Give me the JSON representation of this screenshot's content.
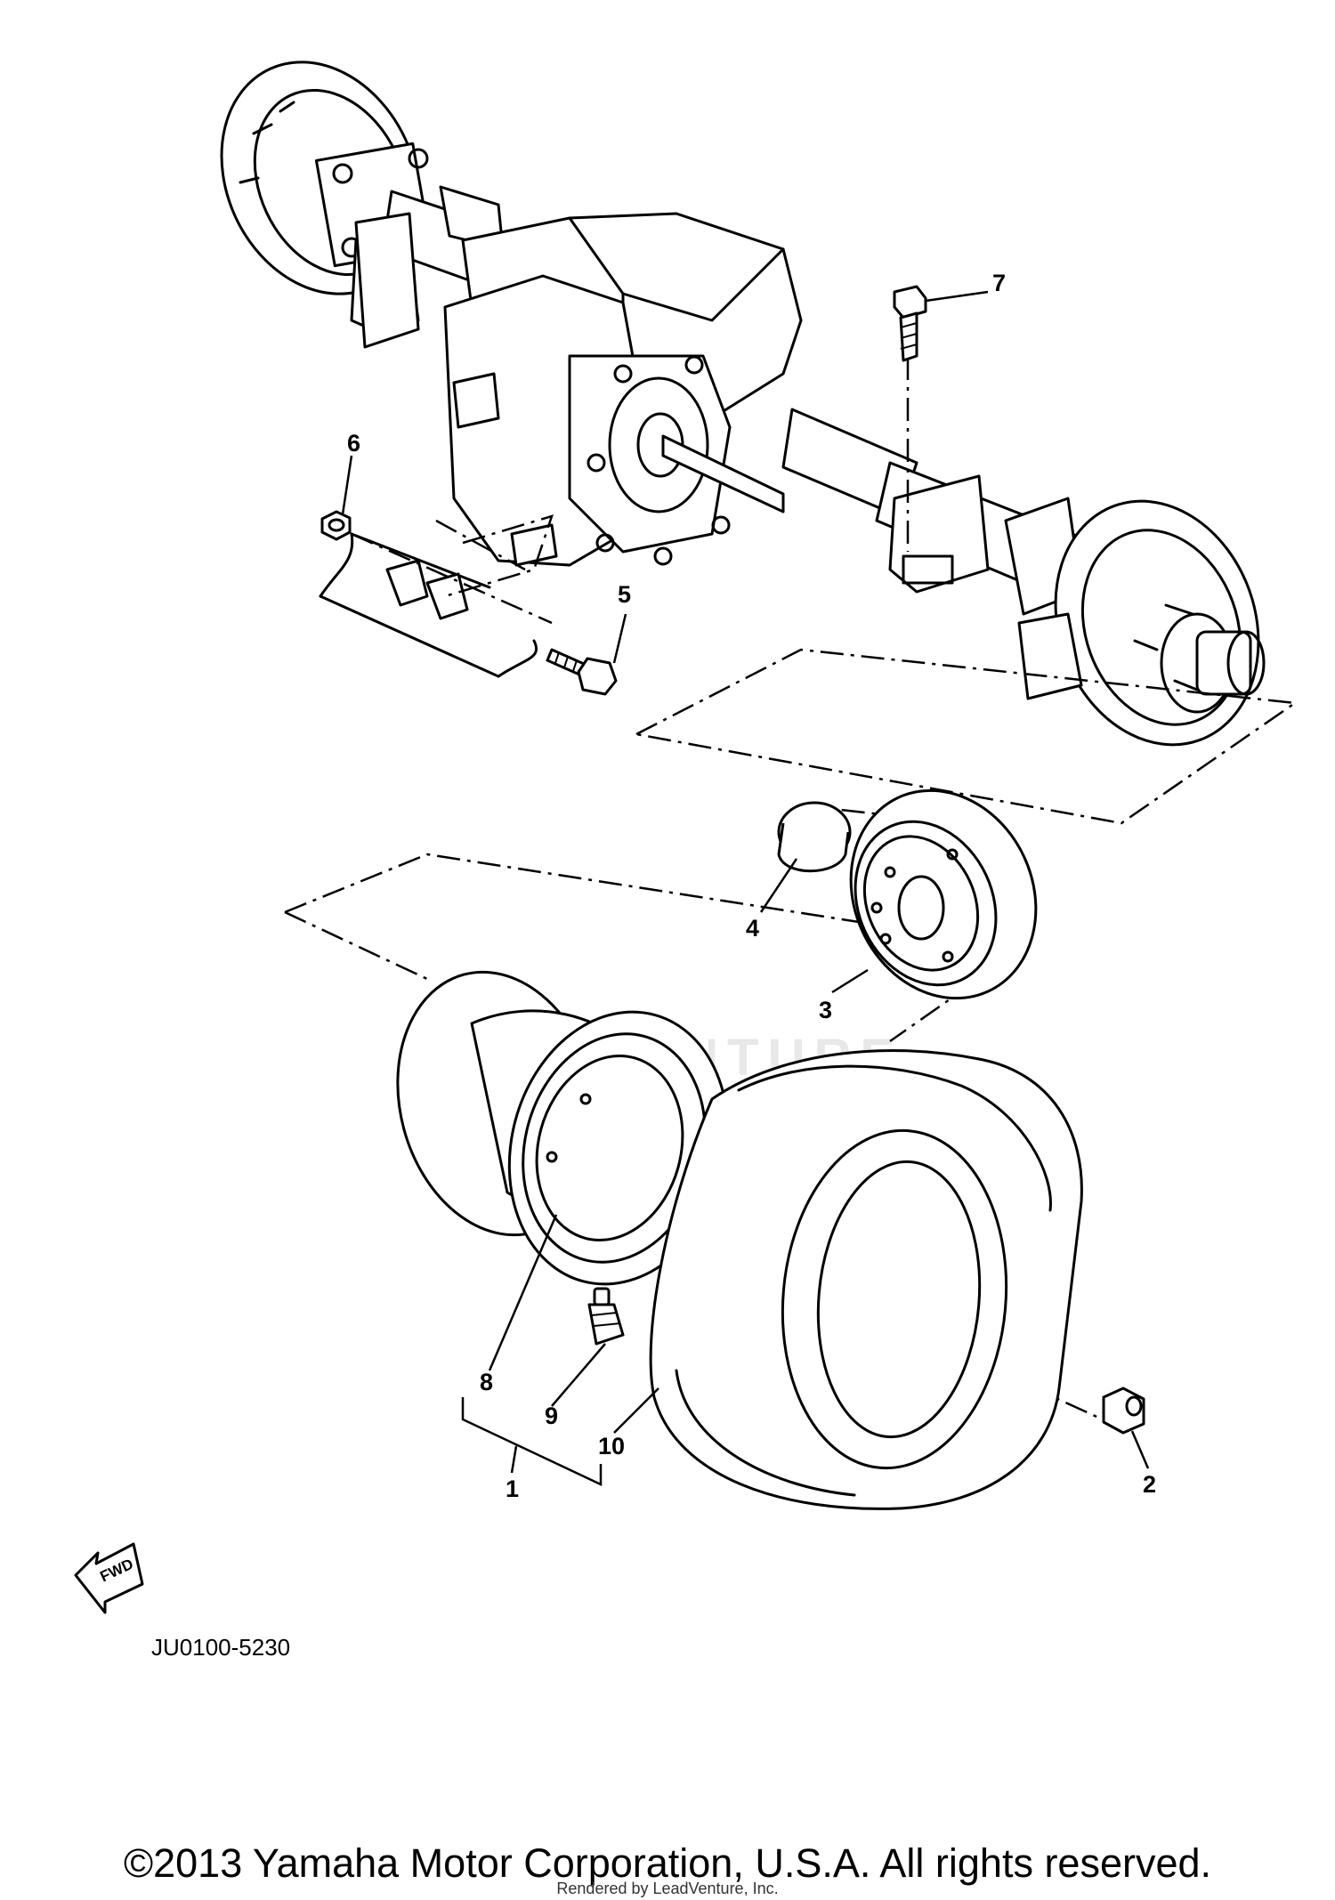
{
  "diagram": {
    "callouts": [
      {
        "id": "1",
        "label": "1"
      },
      {
        "id": "2",
        "label": "2"
      },
      {
        "id": "3",
        "label": "3"
      },
      {
        "id": "4",
        "label": "4"
      },
      {
        "id": "5",
        "label": "5"
      },
      {
        "id": "6",
        "label": "6"
      },
      {
        "id": "7",
        "label": "7"
      },
      {
        "id": "8",
        "label": "8"
      },
      {
        "id": "9",
        "label": "9"
      },
      {
        "id": "10",
        "label": "10"
      }
    ],
    "fwd_label": "FWD",
    "diagram_code": "JU0100-5230",
    "watermark": "LEADVENTURE"
  },
  "footer": {
    "copyright": "©2013 Yamaha Motor Corporation, U.S.A. All rights reserved.",
    "rendered_by": "Rendered by LeadVenture, Inc."
  }
}
